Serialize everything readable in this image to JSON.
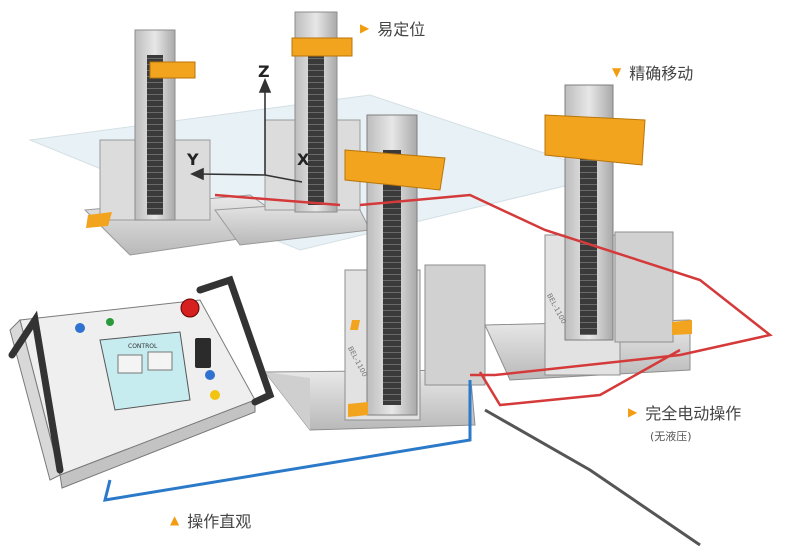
{
  "labels": {
    "easy_positioning": "易定位",
    "precise_movement": "精确移动",
    "full_electric": "完全电动操作",
    "no_hydraulics": "(无液压)",
    "intuitive": "操作直观"
  },
  "axes": {
    "x": "X",
    "y": "Y",
    "z": "Z"
  },
  "machines": {
    "model_label_1": "BEL-1100",
    "model_label_2": "BEL-1100"
  },
  "controller": {
    "screen_title": "CONTROL"
  },
  "colors": {
    "accent": "#f39c12",
    "frame_gray": "#c9c9c9",
    "yellow_arm": "#f2a41f",
    "blue_cable": "#2b79c9",
    "red_cable": "#d53a3a",
    "dark_cable": "#555555"
  },
  "icons": [
    "triangle-right-icon",
    "triangle-down-icon",
    "triangle-up-icon"
  ]
}
